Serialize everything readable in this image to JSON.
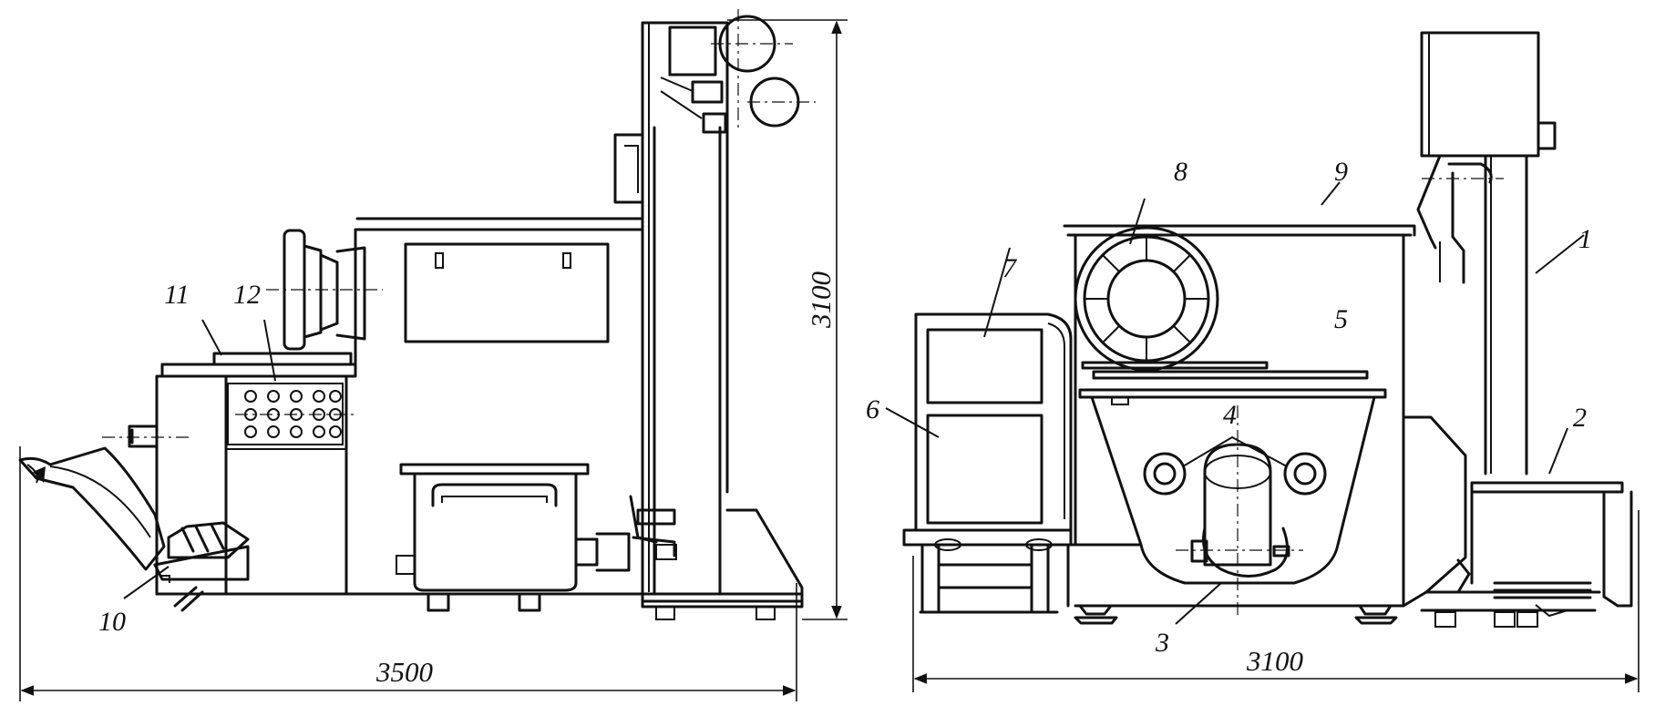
{
  "drawing": {
    "left_view": {
      "width_dimension": "3500",
      "height_dimension": "3100",
      "callouts": [
        "10",
        "11",
        "12"
      ]
    },
    "right_view": {
      "width_dimension": "3100",
      "callouts": [
        "1",
        "2",
        "3",
        "4",
        "5",
        "6",
        "7",
        "8",
        "9"
      ]
    }
  }
}
